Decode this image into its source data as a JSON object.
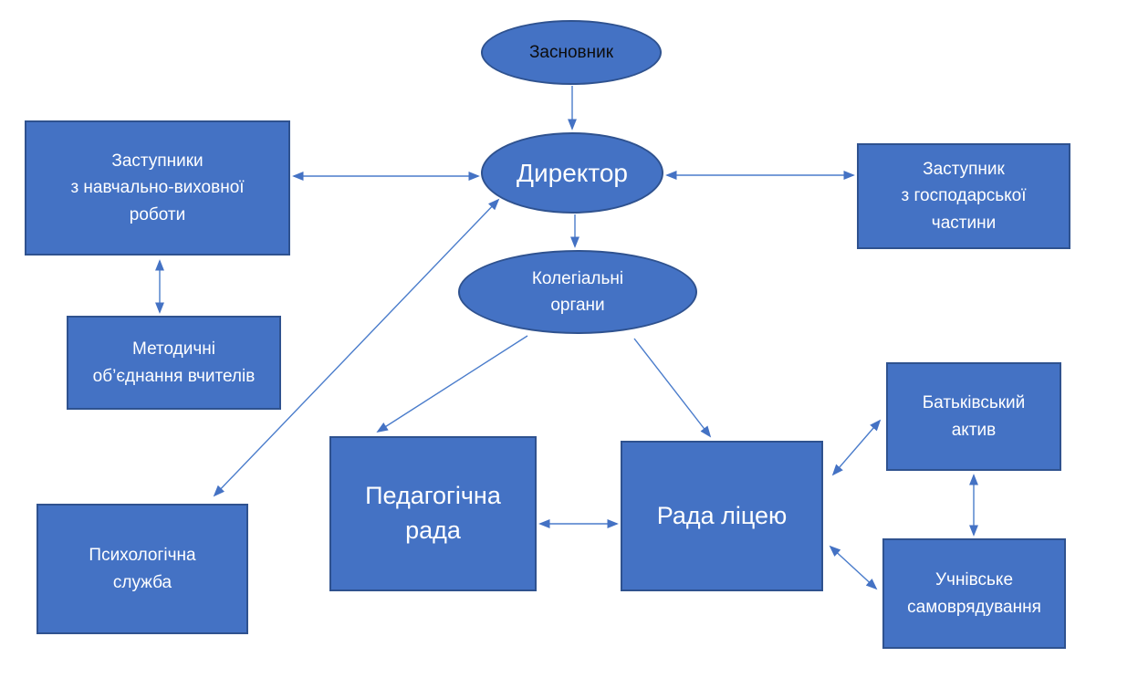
{
  "diagram": {
    "background": "#ffffff",
    "colors": {
      "node_fill": "#4472C4",
      "node_border": "#2F528F",
      "arrow": "#4A7CCB",
      "text_light": "#FFFFFF",
      "text_dark": "#0D0D0D"
    },
    "nodes": {
      "founder": {
        "label": "Засновник",
        "shape": "ellipse",
        "text_color": "#0D0D0D"
      },
      "director": {
        "label": "Директор",
        "shape": "ellipse",
        "text_color": "#FFFFFF"
      },
      "deputies_educational": {
        "label": "Заступники\nз навчально-виховної\nроботи",
        "shape": "rect",
        "text_color": "#FFFFFF"
      },
      "deputy_economic": {
        "label": "Заступник\nз господарської\nчастини",
        "shape": "rect",
        "text_color": "#FFFFFF"
      },
      "collegial_bodies": {
        "label": "Колегіальні\nоргани",
        "shape": "ellipse",
        "text_color": "#FFFFFF"
      },
      "methodical_associations": {
        "label": "Методичні\nоб’єднання вчителів",
        "shape": "rect",
        "text_color": "#FFFFFF"
      },
      "psychological_service": {
        "label": "Психологічна\nслужба",
        "shape": "rect",
        "text_color": "#FFFFFF"
      },
      "pedagogical_council": {
        "label": "Педагогічна\nрада",
        "shape": "rect",
        "text_color": "#FFFFFF"
      },
      "lyceum_council": {
        "label": "Рада ліцею",
        "shape": "rect",
        "text_color": "#FFFFFF"
      },
      "parents_active": {
        "label": "Батьківський\nактив",
        "shape": "rect",
        "text_color": "#FFFFFF"
      },
      "student_government": {
        "label": "Учнівське\nсамоврядування",
        "shape": "rect",
        "text_color": "#FFFFFF"
      }
    },
    "edges": [
      {
        "from": "founder",
        "to": "director",
        "arrows": "one-way"
      },
      {
        "from": "director",
        "to": "deputies_educational",
        "arrows": "two-way"
      },
      {
        "from": "director",
        "to": "deputy_economic",
        "arrows": "two-way"
      },
      {
        "from": "director",
        "to": "collegial_bodies",
        "arrows": "one-way"
      },
      {
        "from": "deputies_educational",
        "to": "methodical_associations",
        "arrows": "two-way"
      },
      {
        "from": "director",
        "to": "psychological_service",
        "arrows": "two-way"
      },
      {
        "from": "collegial_bodies",
        "to": "pedagogical_council",
        "arrows": "one-way"
      },
      {
        "from": "collegial_bodies",
        "to": "lyceum_council",
        "arrows": "one-way"
      },
      {
        "from": "pedagogical_council",
        "to": "lyceum_council",
        "arrows": "two-way"
      },
      {
        "from": "lyceum_council",
        "to": "parents_active",
        "arrows": "two-way"
      },
      {
        "from": "lyceum_council",
        "to": "student_government",
        "arrows": "two-way"
      },
      {
        "from": "parents_active",
        "to": "student_government",
        "arrows": "two-way"
      }
    ]
  }
}
